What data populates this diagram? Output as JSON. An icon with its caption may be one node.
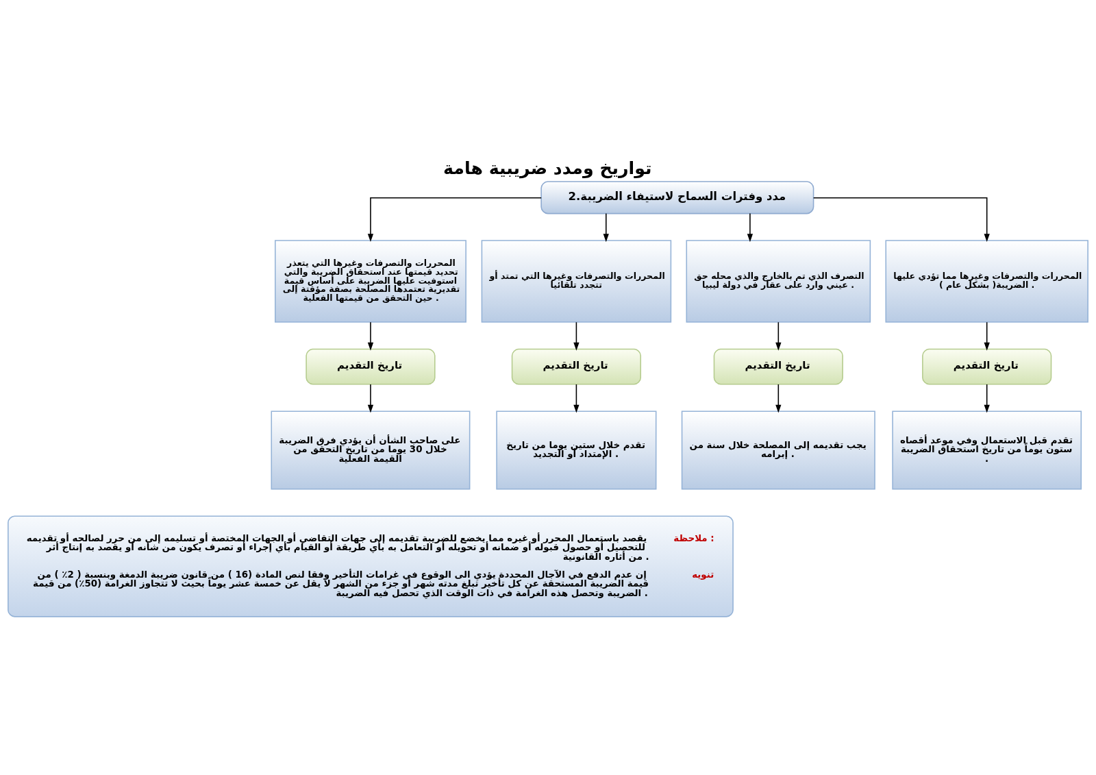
{
  "diagram": {
    "title": "تواريخ ومدد ضريبية هامة",
    "nodes": [
      {
        "text": [
          "2.مدد وفترات السماح لاستيفاء الضريبة"
        ]
      },
      {
        "text": [
          "المحررات والتصرفات وغيرها مما تؤدي عليها الضريبة( بشكل عام ) ."
        ]
      },
      {
        "text": [
          "التصرف الذي تم بالخارج والذي محله حق عيني وارد على عقار في دولة ليبيا ."
        ]
      },
      {
        "text": [
          "المحررات والتصرفات وغيرها التي تمتد أو تتجدد تلقائيا"
        ]
      },
      {
        "text": [
          "المحررات والتصرفات وغيرها التي يتعذر تحديد قيمتها عند استحقاق الضريبة والتي استوفيت عليها الضريبة على أساس قيمة تقديرية تعتمدها المصلحة بصفة مؤقتة إلى حين التحقق من قيمتها الفعلية ."
        ]
      },
      {
        "text": [
          "تاريخ التقديم"
        ]
      },
      {
        "text": [
          "تاريخ التقديم"
        ]
      },
      {
        "text": [
          "تاريخ التقديم"
        ]
      },
      {
        "text": [
          "تاريخ التقديم"
        ]
      },
      {
        "text": [
          "تقدم قبل الاستعمال وفي موعد أقصاه ستون يوماً من تاريخ استحقاق الضريبة ."
        ]
      },
      {
        "text": [
          "يجب تقديمه إلى المصلحة خلال سنة من إبرامه ."
        ]
      },
      {
        "text": [
          "تقدم خلال ستين يوما من تاريخ الإمتداد أو التجديد ."
        ]
      },
      {
        "text": [
          "على صاحب الشأن أن يؤدي فرق الضريبة خلال 30 يوما من تاريخ التحقق من القيمة الفعلية"
        ]
      },
      {
        "text": [
          "ملاحظة :",
          "يقصد باستعمال المحرر أو غيره مما يخضع للضريبة تقديمه إلى جهات التقاضي أو الجهات المختصة أو تسليمه إلى من حرر لصالحه أو تقديمه للتحصيل أو حصول قبوله أو ضمانه أو تحويله أو التعامل به بأي طريقة أو القيام بأي إجراء أو تصرف يكون من شأنه أو يقصد به إنتاج أثر من أثاره القانونية .",
          "تنويه",
          "إن عدم الدفع في الآجال المحددة يؤدي الى الوقوع في غرامات التأخير وفقا لنص المادة (16 ) من قانون ضريبة الدمغة وبنسبة ( 2٪ ) من قيمة الضريبة المستحقة عن كل تأخير تبلغ مدته شهر أو جزء من الشهر لا يقل عن خمسة عشر يوماً بحيث لا تتجاوز الغرامة (50٪) من قيمة الضريبة وتحصل هذه الغرامة في ذات الوقت الذي تحصل فيه الضريبة ."
        ]
      }
    ],
    "edges": [
      {
        "from": 0,
        "to": 1,
        "arrow": "to"
      },
      {
        "from": 0,
        "to": 2,
        "arrow": "to"
      },
      {
        "from": 0,
        "to": 3,
        "arrow": "to"
      },
      {
        "from": 0,
        "to": 4,
        "arrow": "to"
      },
      {
        "from": 1,
        "to": 5,
        "arrow": "to"
      },
      {
        "from": 2,
        "to": 6,
        "arrow": "to"
      },
      {
        "from": 3,
        "to": 7,
        "arrow": "to"
      },
      {
        "from": 4,
        "to": 8,
        "arrow": "to"
      },
      {
        "from": 5,
        "to": 9,
        "arrow": "to"
      },
      {
        "from": 6,
        "to": 10,
        "arrow": "to"
      },
      {
        "from": 7,
        "to": 11,
        "arrow": "to"
      },
      {
        "from": 8,
        "to": 12,
        "arrow": "to"
      }
    ]
  }
}
